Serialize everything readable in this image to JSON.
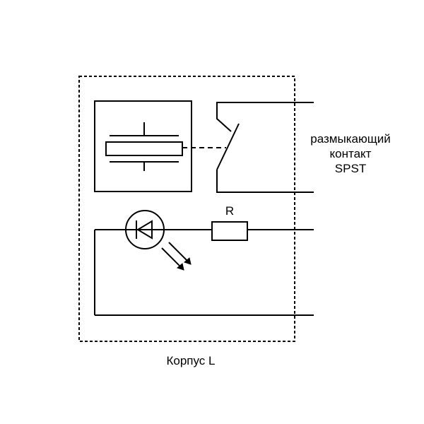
{
  "contact_label": {
    "line1": "размыкающий",
    "line2": "контакт",
    "line3": "SPST"
  },
  "resistor_label": "R",
  "housing_label": "Корпус L",
  "colors": {
    "stroke": "#000000",
    "background": "#ffffff"
  }
}
